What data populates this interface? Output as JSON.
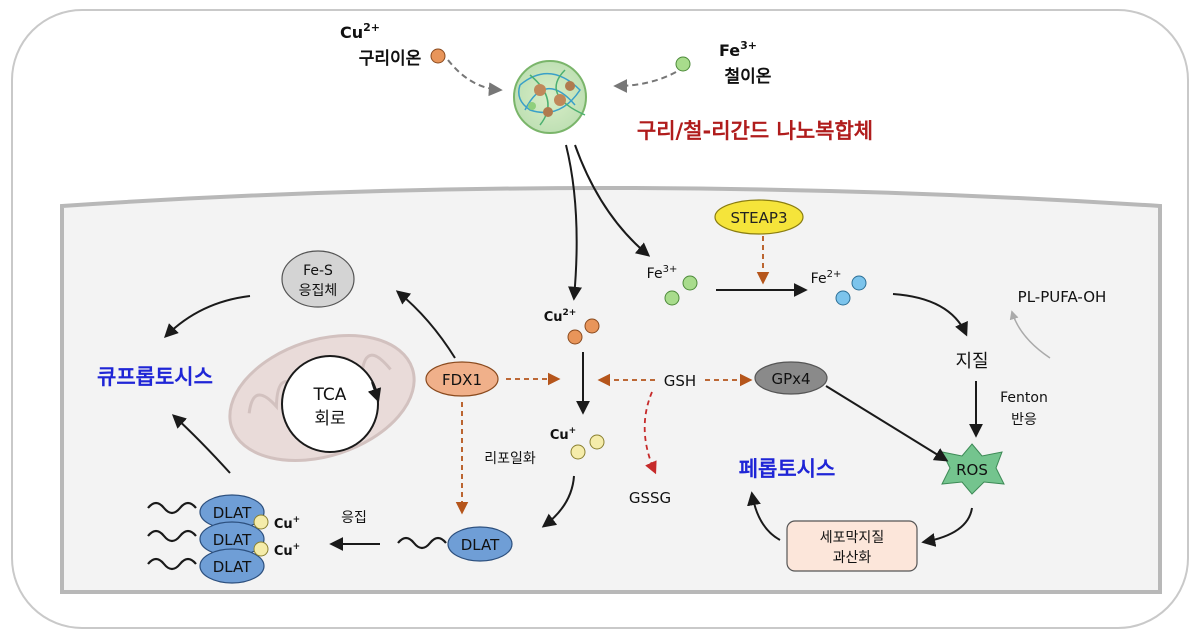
{
  "ions": {
    "cu2_symbol": "Cu",
    "cu2_charge": "2+",
    "cu2_name": "구리이온",
    "fe3_symbol": "Fe",
    "fe3_charge": "3+",
    "fe3_name": "철이온"
  },
  "nanocomposite_label": "구리/철-리간드 나노복합체",
  "cell": {
    "steap3": "STEAP3",
    "fe3_symbol": "Fe",
    "fe3_charge": "3+",
    "fe2_symbol": "Fe",
    "fe2_charge": "2+",
    "cu2_symbol": "Cu",
    "cu2_charge": "2+",
    "cuplus_symbol": "Cu",
    "cuplus_charge": "+",
    "fes_line1": "Fe-S",
    "fes_line2": "응집체",
    "cuproptosis": "큐프롭토시스",
    "tca_line1": "TCA",
    "tca_line2": "회로",
    "fdx1": "FDX1",
    "gsh": "GSH",
    "gpx4": "GPx4",
    "gssg": "GSSG",
    "lipoylation": "리포일화",
    "dlat": "DLAT",
    "aggregation": "응집",
    "agg_dlat_1": "DLAT",
    "agg_dlat_2": "DLAT",
    "agg_dlat_3": "DLAT",
    "agg_cu_1": "Cu",
    "agg_cu_1_charge": "+",
    "agg_cu_2": "Cu",
    "agg_cu_2_charge": "+",
    "pl_pufa_oh": "PL-PUFA-OH",
    "lipid": "지질",
    "fenton_line1": "Fenton",
    "fenton_line2": "반응",
    "ros": "ROS",
    "ferroptosis": "페롭토시스",
    "lipid_perox_line1": "세포막지질",
    "lipid_perox_line2": "과산화"
  },
  "colors": {
    "copper_ion": "#e8955a",
    "iron3_ion": "#a8dc8c",
    "iron2_ion": "#7cc4ec",
    "cuplus_ion": "#f5ecaa",
    "steap3_fill": "#f5e43a",
    "fdx1_fill": "#f0b08a",
    "dlat_fill": "#6f9ed6",
    "ros_fill": "#74c48e",
    "cuproptosis_text": "#1f25d6",
    "ferroptosis_text": "#1f25d6",
    "nanocomposite_text": "#b01c1c",
    "dashed_orange": "#b5551b",
    "dashed_red": "#c62a2a"
  }
}
